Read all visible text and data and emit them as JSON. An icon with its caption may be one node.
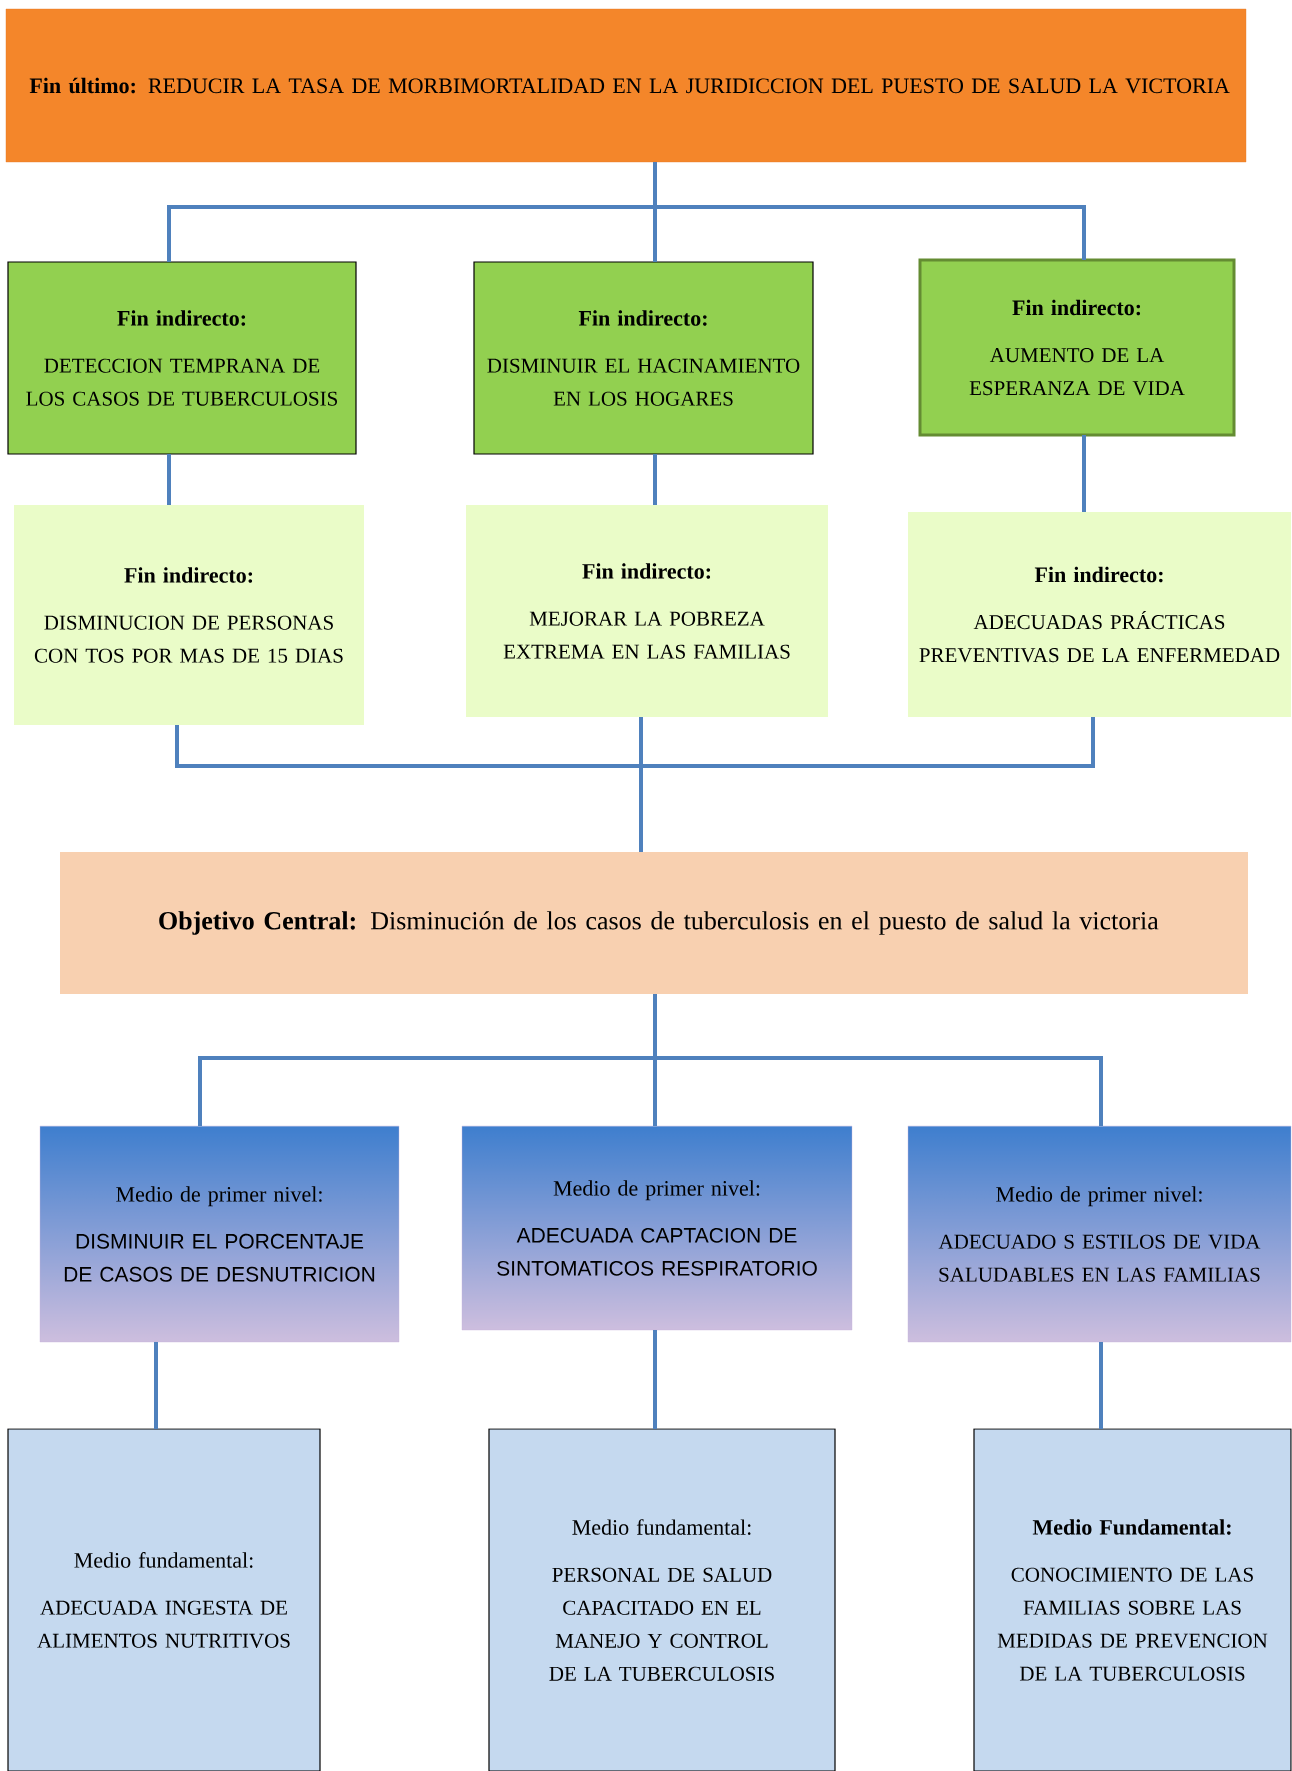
{
  "diagram": {
    "nodes": [
      {
        "text": [
          "**Fin último:** REDUCIR LA TASA DE MORBIMORTALIDAD EN LA JURIDICCION DEL PUESTO DE SALUD LA VICTORIA"
        ]
      },
      {
        "text": [
          "Fin indirecto:",
          "DETECCION TEMPRANA DE LOS CASOS DE TUBERCULOSIS"
        ]
      },
      {
        "text": [
          "Fin indirecto:",
          "DISMINUIR EL HACINAMIENTO EN LOS HOGARES"
        ]
      },
      {
        "text": [
          "Fin indirecto:",
          "AUMENTO DE LA ESPERANZA DE VIDA"
        ]
      },
      {
        "text": [
          "Fin indirecto:",
          "DISMINUCION DE PERSONAS CON TOS POR MAS DE 15 DIAS"
        ]
      },
      {
        "text": [
          "Fin indirecto:",
          "MEJORAR LA POBREZA EXTREMA EN LAS FAMILIAS"
        ]
      },
      {
        "text": [
          "Fin indirecto:",
          "ADECUADAS PRÁCTICAS PREVENTIVAS DE LA ENFERMEDAD"
        ]
      },
      {
        "text": [
          "**Objetivo Central:** Disminución de los casos de tuberculosis en el puesto de salud la victoria"
        ]
      },
      {
        "text": [
          "Medio de primer nivel:",
          "DISMINUIR EL PORCENTAJE DE CASOS DE DESNUTRICION"
        ]
      },
      {
        "text": [
          "Medio de primer nivel:",
          "ADECUADA CAPTACION DE SINTOMATICOS RESPIRATORIO"
        ]
      },
      {
        "text": [
          "Medio de primer nivel:",
          "ADECUADO S ESTILOS DE VIDA SALUDABLES EN LAS FAMILIAS"
        ]
      },
      {
        "text": [
          "Medio fundamental:",
          "ADECUADA INGESTA DE ALIMENTOS NUTRITIVOS"
        ]
      },
      {
        "text": [
          "Medio fundamental:",
          "PERSONAL DE SALUD CAPACITADO EN EL MANEJO Y CONTROL DE LA TUBERCULOSIS"
        ]
      },
      {
        "text": [
          "Medio Fundamental:",
          "CONOCIMIENTO DE LAS FAMILIAS SOBRE LAS MEDIDAS DE PREVENCION DE LA TUBERCULOSIS"
        ]
      }
    ],
    "edges": [
      {
        "from": 0,
        "to": 1,
        "arrow": "none"
      },
      {
        "from": 0,
        "to": 2,
        "arrow": "none"
      },
      {
        "from": 0,
        "to": 3,
        "arrow": "none"
      },
      {
        "from": 1,
        "to": 4,
        "arrow": "none"
      },
      {
        "from": 2,
        "to": 5,
        "arrow": "none"
      },
      {
        "from": 3,
        "to": 6,
        "arrow": "none"
      },
      {
        "from": 4,
        "to": 7,
        "arrow": "none"
      },
      {
        "from": 5,
        "to": 7,
        "arrow": "none"
      },
      {
        "from": 6,
        "to": 7,
        "arrow": "none"
      },
      {
        "from": 7,
        "to": 8,
        "arrow": "none"
      },
      {
        "from": 7,
        "to": 9,
        "arrow": "none"
      },
      {
        "from": 7,
        "to": 10,
        "arrow": "none"
      },
      {
        "from": 8,
        "to": 11,
        "arrow": "none"
      },
      {
        "from": 9,
        "to": 12,
        "arrow": "none"
      },
      {
        "from": 10,
        "to": 13,
        "arrow": "none"
      }
    ]
  }
}
